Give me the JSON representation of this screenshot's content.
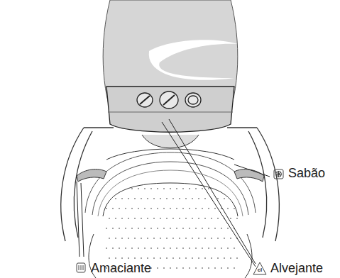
{
  "diagram": {
    "labels": [
      "Sabão",
      "Alvejante",
      "cl",
      "Amaciante"
    ]
  }
}
